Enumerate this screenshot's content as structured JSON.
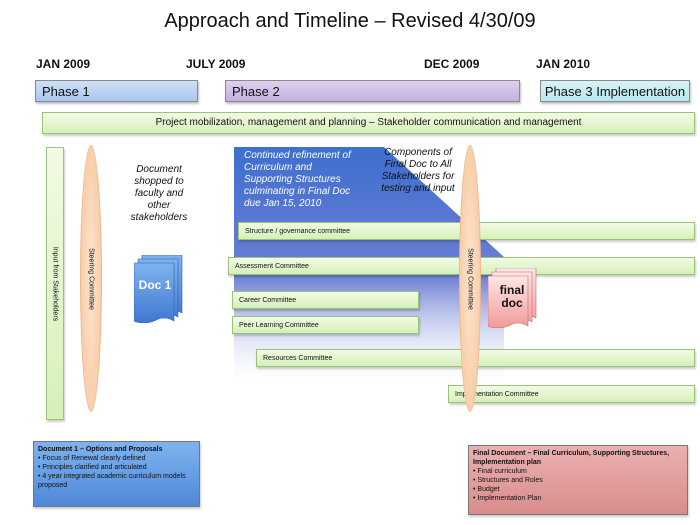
{
  "title": "Approach and Timeline – Revised 4/30/09",
  "dates": [
    "JAN 2009",
    "JULY 2009",
    "DEC 2009",
    "JAN 2010"
  ],
  "phases": [
    "Phase 1",
    "Phase 2",
    "Phase 3 Implementation"
  ],
  "mobilization": "Project mobilization, management and planning – Stakeholder communication and management",
  "input_bar": "Input from Stakeholders",
  "steering_left": "Steering Committee",
  "steering_right": "Steering Committee",
  "doc_shopped": "Document shopped to faculty and other stakeholders",
  "refinement": "Continued refinement of Curriculum and Supporting Structures culminating in Final Doc due Jan 15, 2010",
  "components": "Components of Final Doc to All Stakeholders for testing and input",
  "committees": [
    "Structure / governance committee",
    "Assessment Committee",
    "Career Committee",
    "Peer Learning Committee",
    "Resources Committee",
    "Implementation Committee"
  ],
  "doc1_stack": "Doc 1",
  "final_stack": "final doc",
  "doc1_box": {
    "heading": "Document 1 – Options and Proposals",
    "items": [
      "Focus  of Renewal clearly defined",
      "Principles  clarified and articulated",
      "4 year integrated academic curriculum models proposed"
    ]
  },
  "final_box": {
    "heading": "Final Document – Final Curriculum, Supporting Structures, Implementation plan",
    "items": [
      "Final curriculum",
      "Structures and Roles",
      "Budget",
      "Implementation Plan"
    ]
  },
  "colors": {
    "phase1": "#a9c6ef",
    "phase2": "#c3b0e0",
    "phase3": "#b9e7f1",
    "green_bar": "#d6f0b8",
    "steering": "#f5c59c",
    "blue_zone": "#3d6fcf",
    "doc_blue": "#4f88d8",
    "final_pink": "#d98c8c"
  }
}
